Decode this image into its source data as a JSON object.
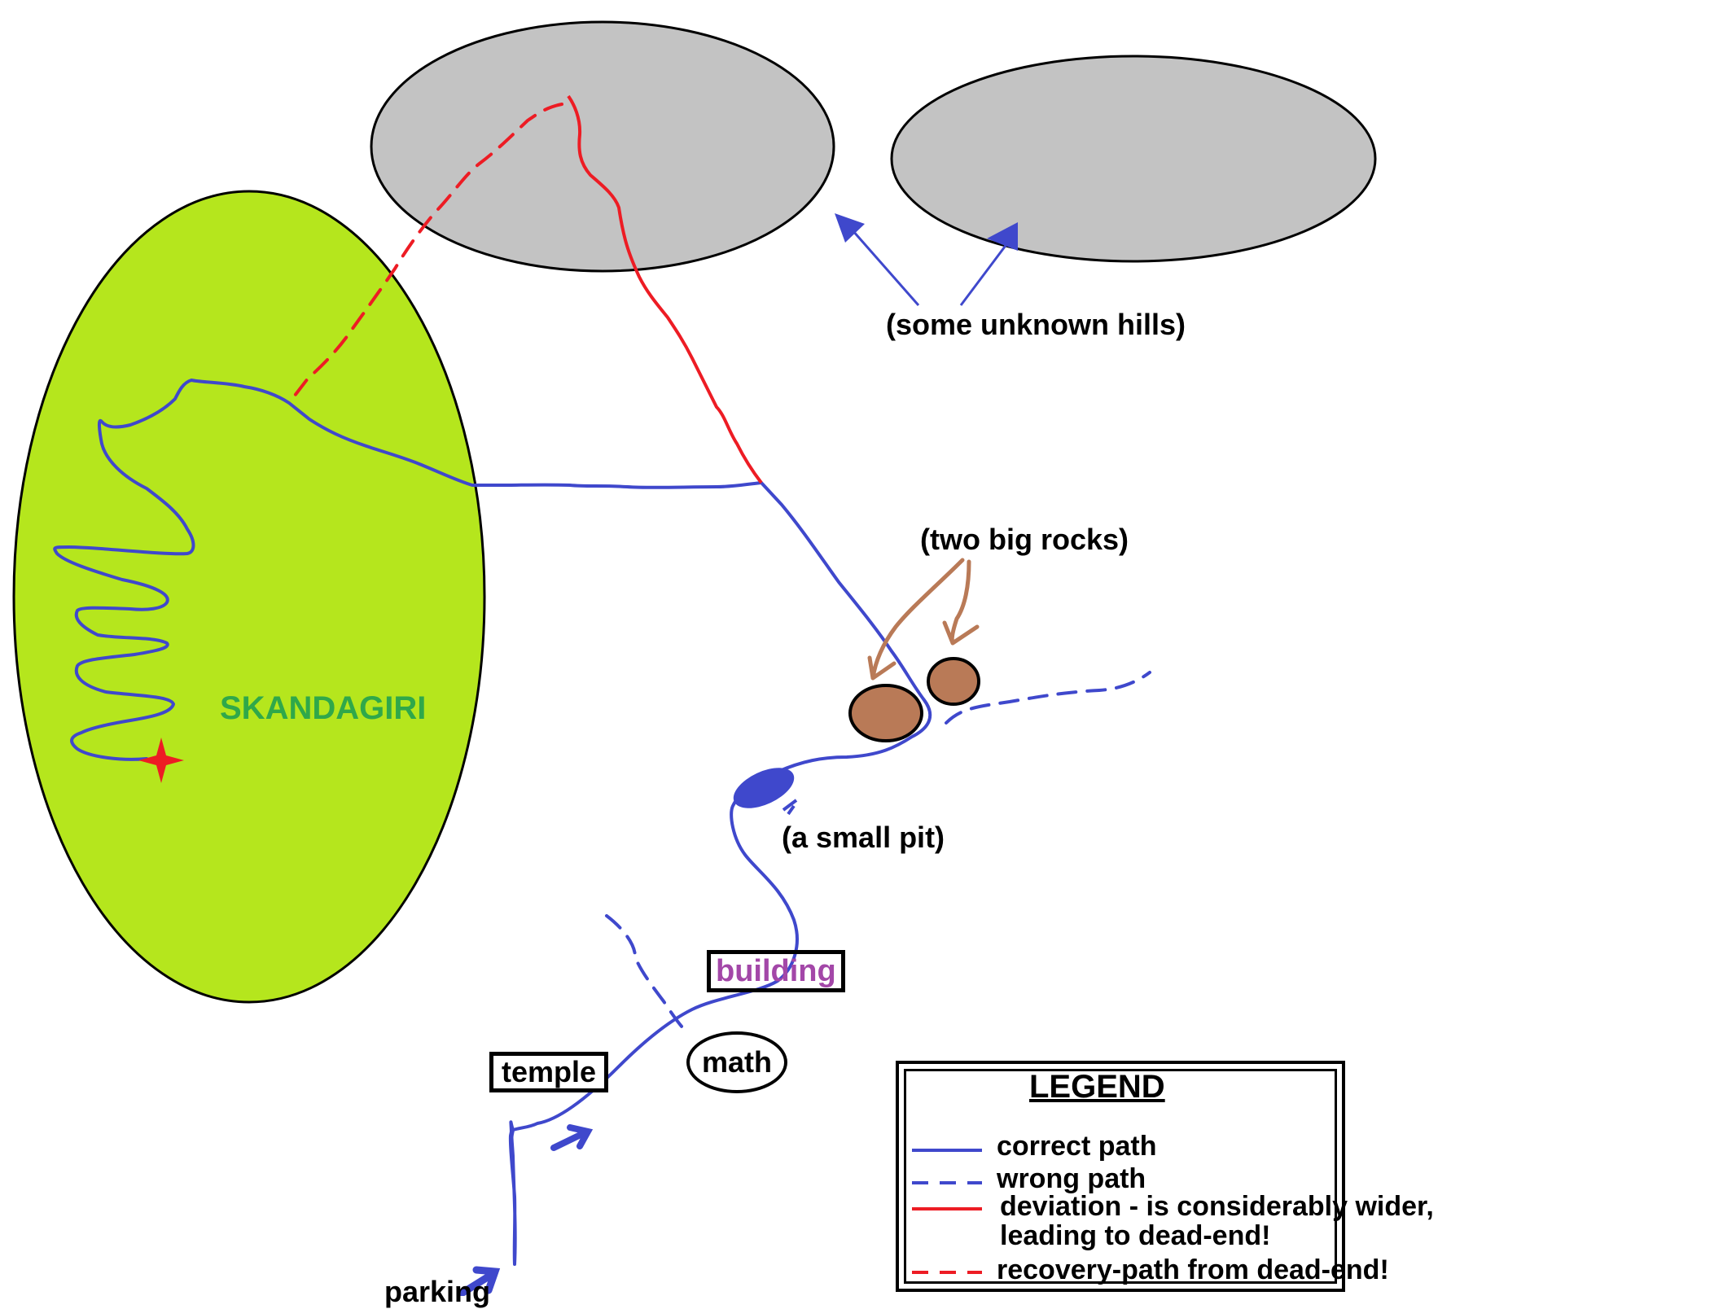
{
  "map": {
    "area_label": "SKANDAGIRI",
    "hills_label": "(some unknown hills)",
    "rocks_label": "(two big rocks)",
    "pit_label": "(a small pit)",
    "building_label": "building",
    "math_label": "math",
    "temple_label": "temple",
    "parking_label": "parking"
  },
  "legend": {
    "title": "LEGEND",
    "items": [
      {
        "label": "correct path",
        "style": "solid",
        "color": "#3f48cc"
      },
      {
        "label": "wrong path",
        "style": "dashed",
        "color": "#3f48cc"
      },
      {
        "label_line1": "deviation - is considerably wider,",
        "label_line2": "leading to dead-end!",
        "style": "solid",
        "color": "#ed1c24"
      },
      {
        "label": "recovery-path from dead-end!",
        "style": "dashed",
        "color": "#ed1c24"
      }
    ]
  },
  "colors": {
    "skandagiri_fill": "#b5e61d",
    "hills_fill": "#c3c3c3",
    "rocks_fill": "#b97a57",
    "correct_path": "#3f48cc",
    "deviation": "#ed1c24",
    "star": "#ed1c24"
  }
}
